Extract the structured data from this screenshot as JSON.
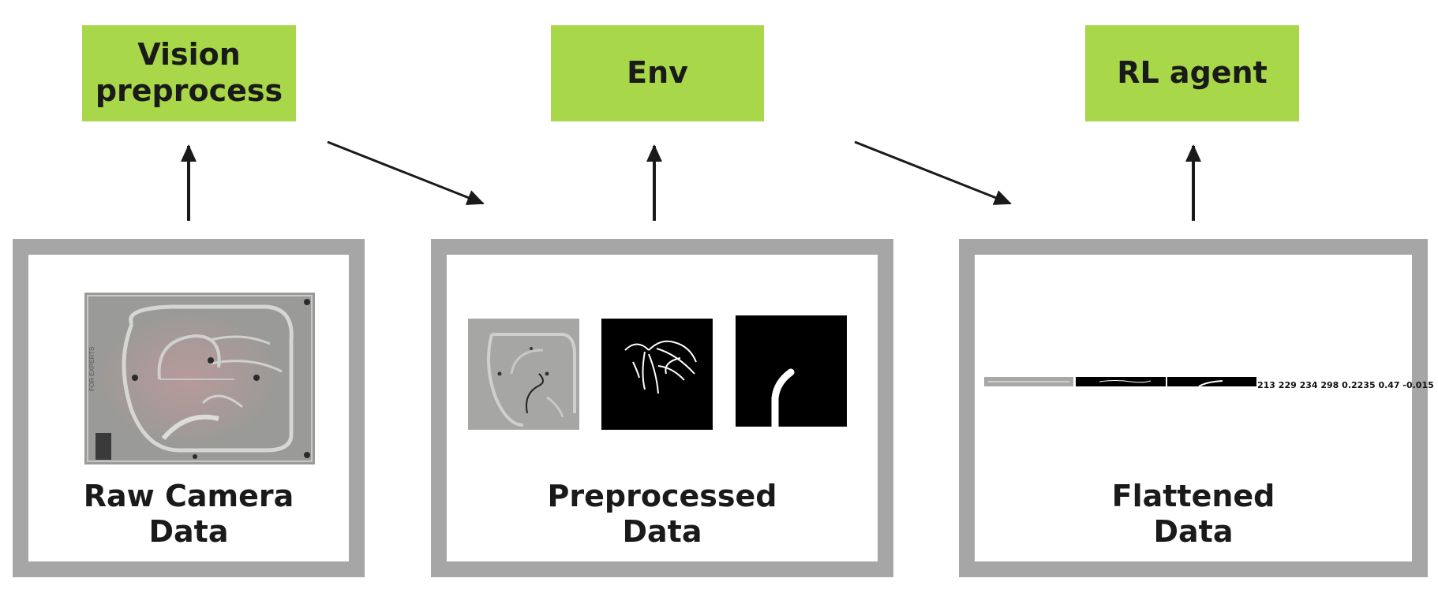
{
  "stages": [
    {
      "label": "Vision\npreprocess"
    },
    {
      "label": "Env"
    },
    {
      "label": "RL agent"
    }
  ],
  "panels": [
    {
      "caption": "Raw Camera\nData",
      "camera_text": "FOR EXPERTS"
    },
    {
      "caption": "Preprocessed\nData"
    },
    {
      "caption": "Flattened\nData",
      "values": "213 229 234 298 0.2235 0.47 -0.015"
    }
  ],
  "colors": {
    "stage_fill": "#a8d84a",
    "frame": "#a6a6a6",
    "arrow": "#1a1a1a"
  }
}
